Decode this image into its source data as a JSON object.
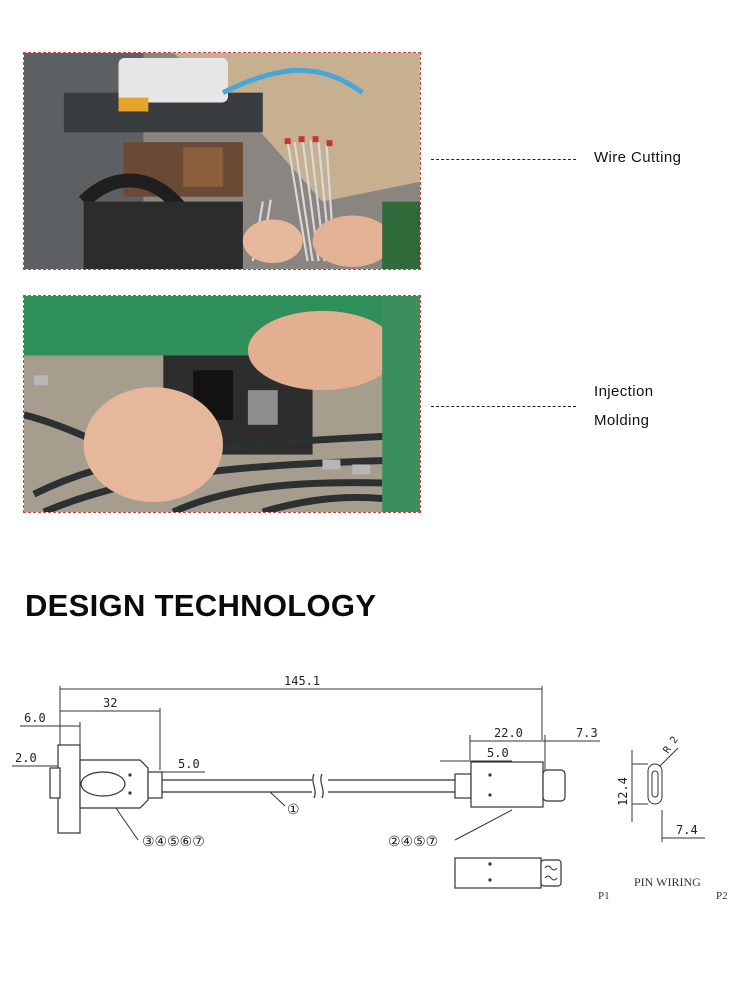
{
  "process": {
    "step1": "Wire Cutting",
    "step2_line1": "Injection",
    "step2_line2": "Molding"
  },
  "section": {
    "title": "DESIGN TECHNOLOGY"
  },
  "drawing": {
    "dims": {
      "total_length": "145.1",
      "left_length": "32",
      "flange_offset": "6.0",
      "flange_edge": "2.0",
      "left_neck": "5.0",
      "right_length": "22.0",
      "right_tip": "7.3",
      "right_neck": "5.0",
      "port_height": "12.4",
      "port_width": "7.4",
      "port_radius": "R 2"
    },
    "callouts": {
      "cable": "①",
      "left_parts": "③④⑤⑥⑦",
      "right_parts": "②④⑤⑦"
    },
    "labels": {
      "pin_wiring": "PIN WIRING",
      "p1": "P1",
      "p2": "P2"
    }
  }
}
